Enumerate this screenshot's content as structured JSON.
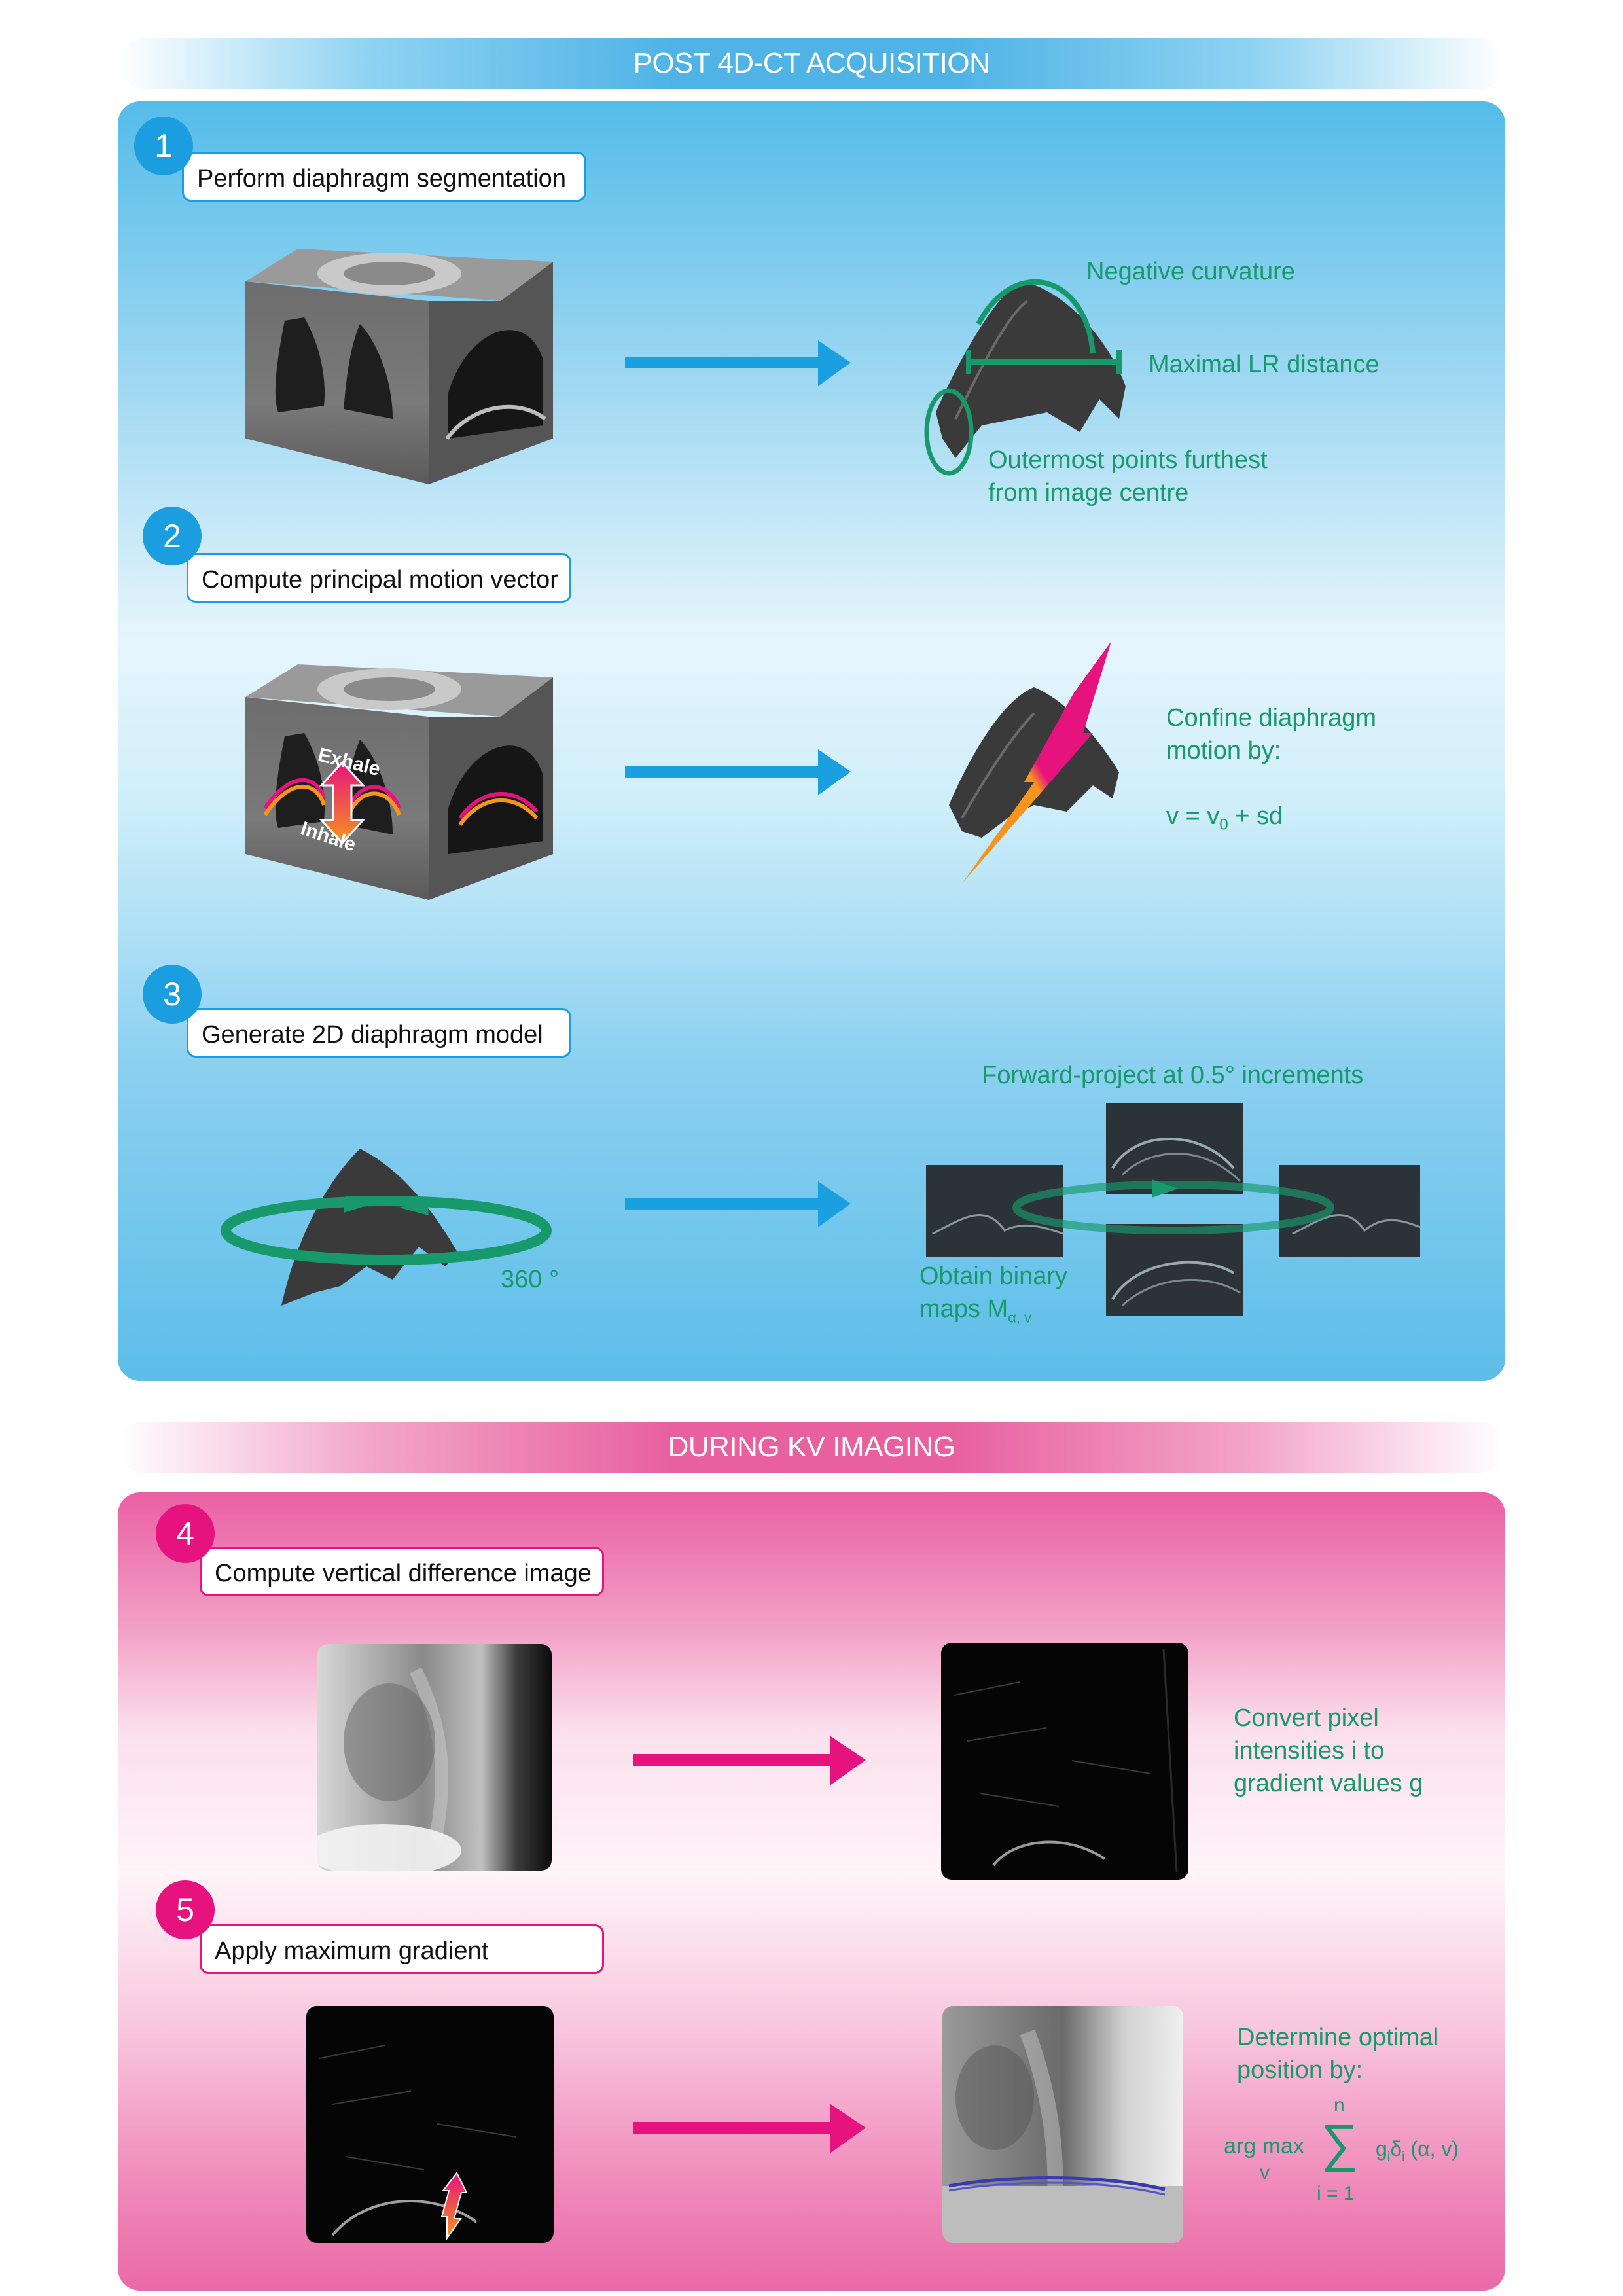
{
  "banners": {
    "top": "POST 4D-CT ACQUISITION",
    "bottom": "DURING KV IMAGING"
  },
  "steps": [
    {
      "number": "1",
      "label": "Perform diaphragm segmentation"
    },
    {
      "number": "2",
      "label": "Compute principal motion vector"
    },
    {
      "number": "3",
      "label": "Generate 2D diaphragm model"
    },
    {
      "number": "4",
      "label": "Compute vertical difference image"
    },
    {
      "number": "5",
      "label": "Apply maximum gradient"
    }
  ],
  "step1": {
    "neg_curvature": "Negative curvature",
    "max_lr": "Maximal LR distance",
    "outermost_line1": "Outermost points furthest",
    "outermost_line2": "from image centre"
  },
  "step2": {
    "exhale": "Exhale",
    "inhale": "Inhale",
    "confine_line1": "Confine diaphragm",
    "confine_line2": "motion by:",
    "eq_v": "v = v",
    "eq_sub": "0",
    "eq_rest": " + sd"
  },
  "step3": {
    "forward": "Forward-project at 0.5° increments",
    "deg": "360 °",
    "binary_line1": "Obtain binary",
    "binary_line2": "maps M",
    "binary_sub": "α, v"
  },
  "step4": {
    "convert_line1": "Convert pixel",
    "convert_line2": "intensities i to",
    "convert_line3": "gradient values g"
  },
  "step5": {
    "determine_line1": "Determine optimal",
    "determine_line2": "position by:",
    "argmax": "arg max",
    "argmax_sub": "v",
    "sum_top": "n",
    "sum_symbol": "∑",
    "sum_bottom": "i = 1",
    "term": "g",
    "term_sub1": "i",
    "term_delta": "δ",
    "term_sub2": "i",
    "term_rest": " (α, v)"
  },
  "colors": {
    "blue_accent": "#1a9ee0",
    "pink_accent": "#e6137f",
    "green_text": "#17996b",
    "arrow_blue": "#1aa0e0",
    "arrow_pink": "#e6137f"
  }
}
